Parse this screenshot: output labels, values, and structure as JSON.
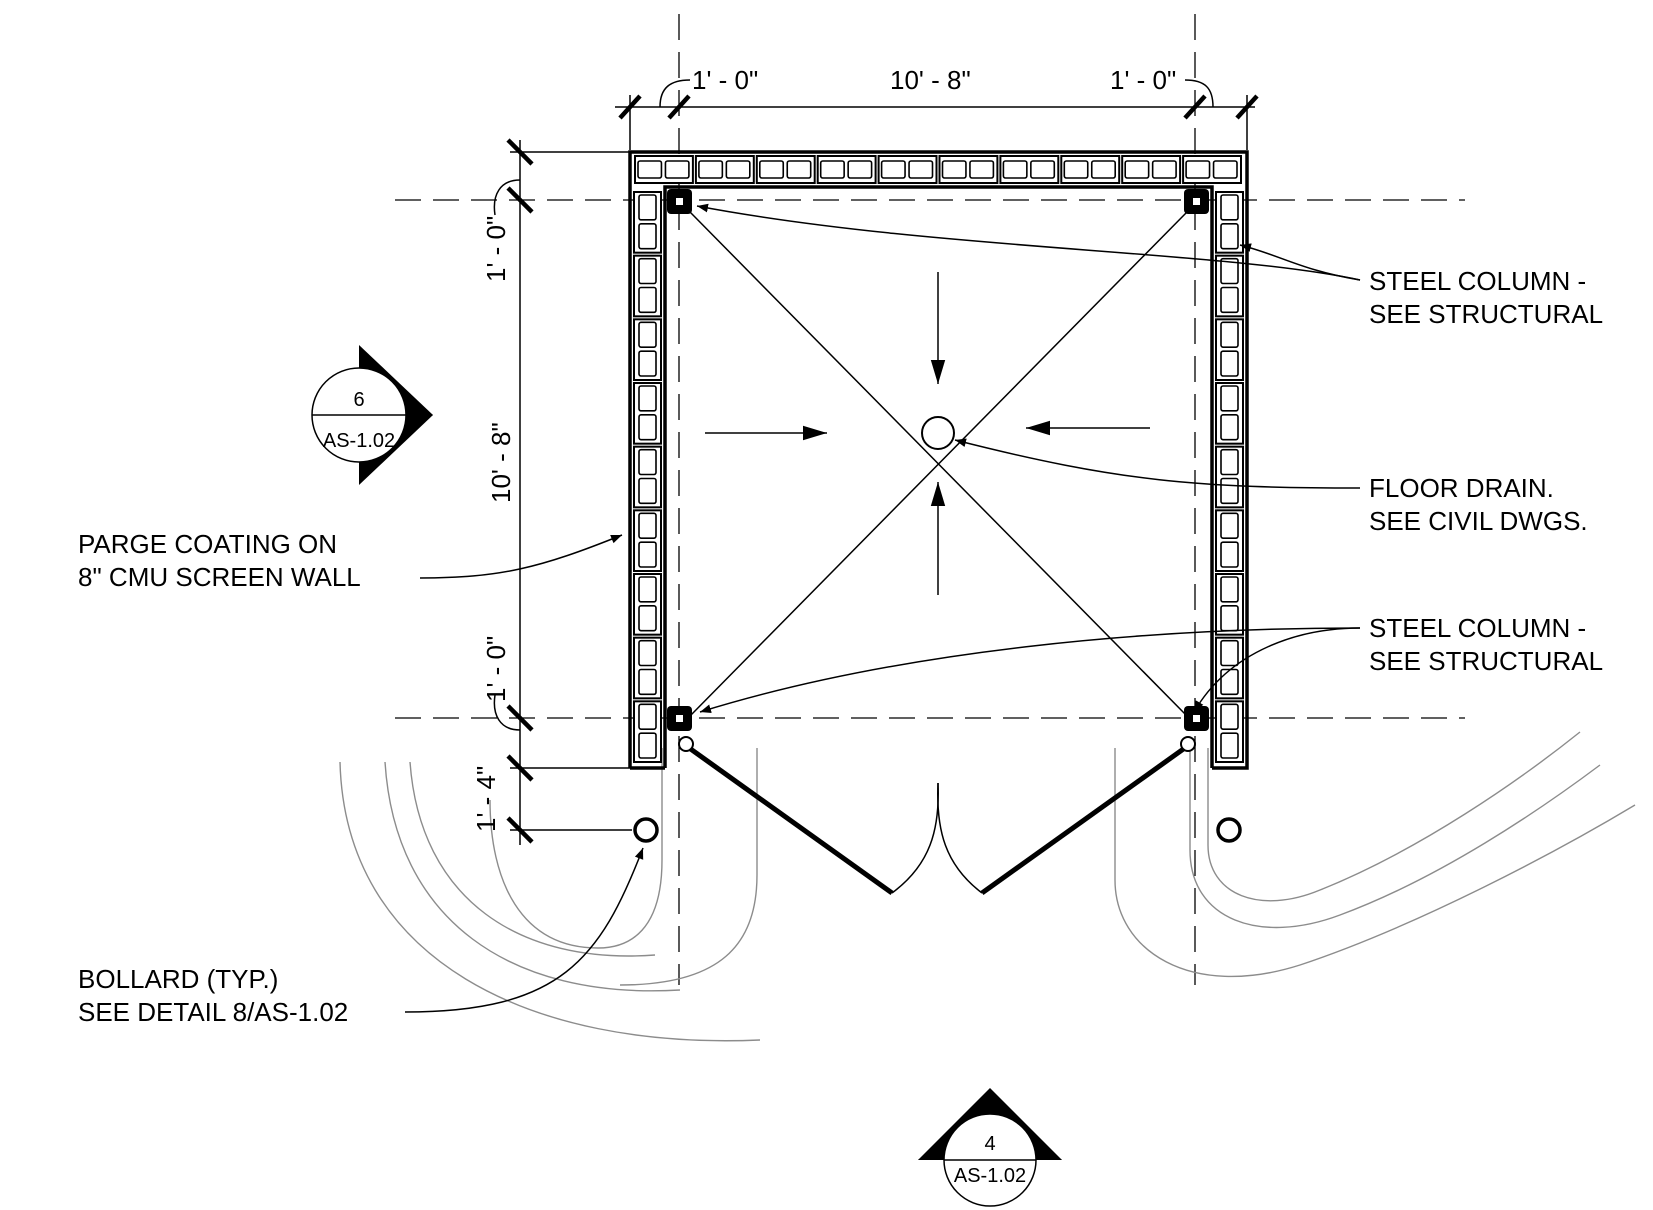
{
  "dimensions": {
    "top_left": "1' - 0\"",
    "top_center": "10' - 8\"",
    "top_right": "1' - 0\"",
    "left_top": "1' - 0\"",
    "left_center": "10' - 8\"",
    "left_lower": "1' - 0\"",
    "left_bottom": "1' - 4\""
  },
  "notes": {
    "column_top_line1": "STEEL COLUMN -",
    "column_top_line2": "SEE STRUCTURAL",
    "drain_line1": "FLOOR DRAIN.",
    "drain_line2": "SEE CIVIL DWGS.",
    "column_bottom_line1": "STEEL COLUMN -",
    "column_bottom_line2": "SEE STRUCTURAL",
    "parge_line1": "PARGE COATING ON",
    "parge_line2": "8\" CMU SCREEN WALL",
    "bollard_line1": "BOLLARD (TYP.)",
    "bollard_line2": "SEE DETAIL 8/AS-1.02"
  },
  "section_markers": {
    "left": {
      "number": "6",
      "sheet": "AS-1.02"
    },
    "bottom": {
      "number": "4",
      "sheet": "AS-1.02"
    }
  }
}
